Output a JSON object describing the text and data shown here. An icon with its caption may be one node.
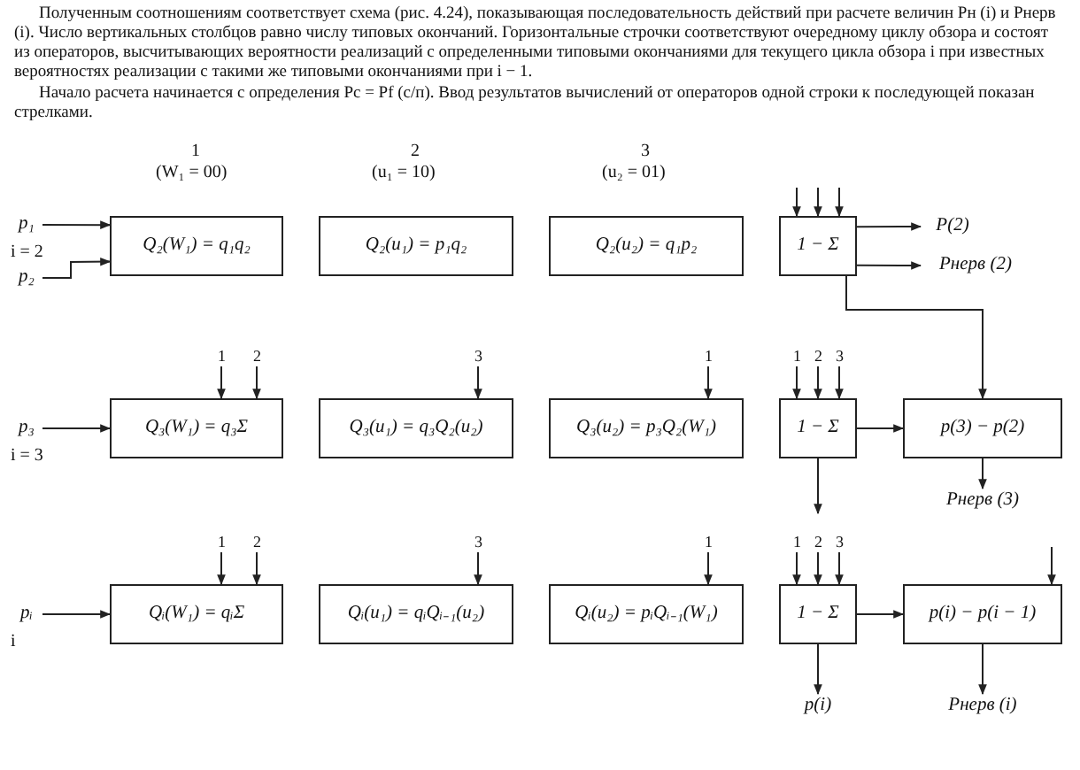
{
  "diagram": {
    "nodes": [
      {
        "text": [
          "p₁"
        ]
      },
      {
        "text": [
          "p₂"
        ]
      },
      {
        "text": [
          "Q₂(W₁) = q₁q₂"
        ]
      },
      {
        "text": [
          "Q₂(u₁) = p₁q₂"
        ]
      },
      {
        "text": [
          "Q₂(u₂) = q₁p₂"
        ]
      },
      {
        "text": [
          "1 − Σ"
        ]
      },
      {
        "text": [
          "P(2)"
        ]
      },
      {
        "text": [
          "Pнерв (2)"
        ]
      },
      {
        "text": [
          "p₃"
        ]
      },
      {
        "text": [
          "Q₃(W₁) = q₃Σ"
        ]
      },
      {
        "text": [
          "Q₃(u₁) = q₃Q₂(u₂)"
        ]
      },
      {
        "text": [
          "Q₃(u₂) = p₃Q₂(W₁)"
        ]
      },
      {
        "text": [
          "1 − Σ"
        ]
      },
      {
        "text": [
          "p(3) − p(2)"
        ]
      },
      {
        "text": [
          "Pнерв (3)"
        ]
      },
      {
        "text": [
          "pᵢ"
        ]
      },
      {
        "text": [
          "Qᵢ(W₁) = qᵢΣ"
        ]
      },
      {
        "text": [
          "Qᵢ(u₁) = qᵢQᵢ₋₁(u₂)"
        ]
      },
      {
        "text": [
          "Qᵢ(u₂) = pᵢQᵢ₋₁(W₁)"
        ]
      },
      {
        "text": [
          "1 − Σ"
        ]
      },
      {
        "text": [
          "p(i)"
        ]
      },
      {
        "text": [
          "p(i) − p(i − 1)"
        ]
      },
      {
        "text": [
          "Pнерв (i)"
        ]
      }
    ],
    "edges": [
      {
        "from": 0,
        "to": 2,
        "arrow": "to"
      },
      {
        "from": 1,
        "to": 2,
        "arrow": "to"
      },
      {
        "from": null,
        "to": 5,
        "arrow": "to"
      },
      {
        "from": null,
        "to": 5,
        "arrow": "to"
      },
      {
        "from": null,
        "to": 5,
        "arrow": "to"
      },
      {
        "from": 5,
        "to": 6,
        "arrow": "to"
      },
      {
        "from": 5,
        "to": 7,
        "arrow": "to"
      },
      {
        "from": 8,
        "to": 9,
        "arrow": "to"
      },
      {
        "from": null,
        "to": 9,
        "arrow": "to",
        "label": "1"
      },
      {
        "from": null,
        "to": 9,
        "arrow": "to",
        "label": "2"
      },
      {
        "from": null,
        "to": 10,
        "arrow": "to",
        "label": "3"
      },
      {
        "from": null,
        "to": 11,
        "arrow": "to",
        "label": "1"
      },
      {
        "from": null,
        "to": 12,
        "arrow": "to",
        "label": "1"
      },
      {
        "from": null,
        "to": 12,
        "arrow": "to",
        "label": "2"
      },
      {
        "from": null,
        "to": 12,
        "arrow": "to",
        "label": "3"
      },
      {
        "from": 5,
        "to": 13,
        "arrow": "to"
      },
      {
        "from": 12,
        "to": 13,
        "arrow": "to"
      },
      {
        "from": 12,
        "to": null,
        "arrow": "to"
      },
      {
        "from": 13,
        "to": 14,
        "arrow": "to"
      },
      {
        "from": 15,
        "to": 16,
        "arrow": "to"
      },
      {
        "from": null,
        "to": 16,
        "arrow": "to",
        "label": "1"
      },
      {
        "from": null,
        "to": 16,
        "arrow": "to",
        "label": "2"
      },
      {
        "from": null,
        "to": 17,
        "arrow": "to",
        "label": "3"
      },
      {
        "from": null,
        "to": 18,
        "arrow": "to",
        "label": "1"
      },
      {
        "from": null,
        "to": 19,
        "arrow": "to",
        "label": "1"
      },
      {
        "from": null,
        "to": 19,
        "arrow": "to",
        "label": "2"
      },
      {
        "from": null,
        "to": 19,
        "arrow": "to",
        "label": "3"
      },
      {
        "from": 19,
        "to": 20,
        "arrow": "to"
      },
      {
        "from": 19,
        "to": 21,
        "arrow": "to"
      },
      {
        "from": null,
        "to": 21,
        "arrow": "to"
      },
      {
        "from": 21,
        "to": 22,
        "arrow": "to"
      }
    ],
    "labels": [
      "Полученным соотношениям соответствует схема (рис. 4.24), показывающая последовательность действий при расчете величин Pн (i) и Pнерв (i). Число вертикальных столбцов равно числу типовых окончаний. Горизонтальные строчки соответствуют очередному циклу обзора и состоят из операторов, высчитывающих вероятности реализаций с определенными типовыми окончаниями для текущего цикла обзора i при известных вероятностях реализации с такими же типовыми окончаниями при i − 1.",
      "Начало расчета начинается с определения Pс = Pf (с/п). Ввод результатов вычислений от операторов одной строки к последующей показан стрелками.",
      "1",
      "(W₁ = 00)",
      "2",
      "(u₁ = 10)",
      "3",
      "(u₂ = 01)",
      "i = 2",
      "i = 3",
      "i"
    ]
  }
}
